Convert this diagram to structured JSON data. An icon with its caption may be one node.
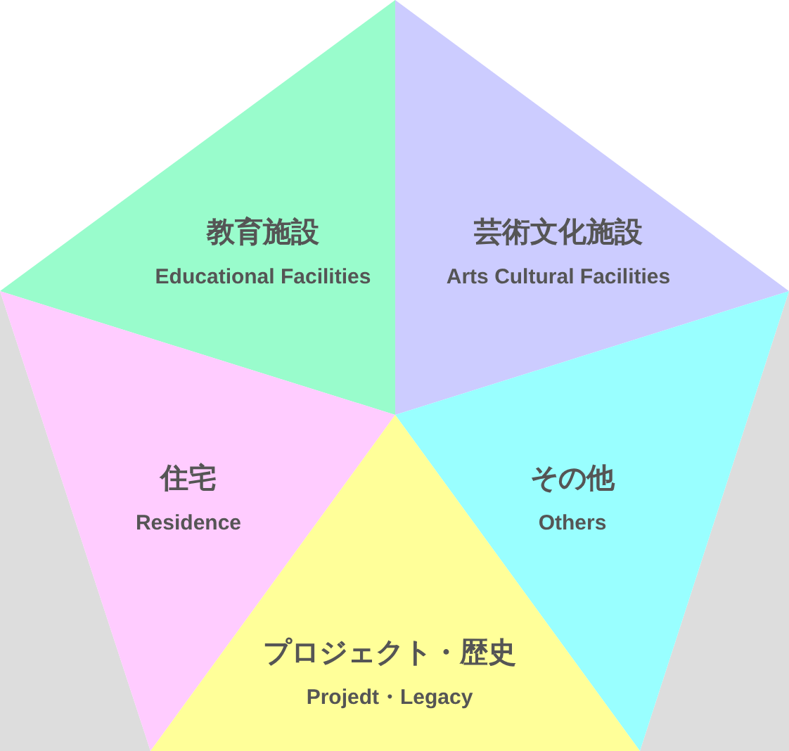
{
  "diagram": {
    "nodes": [
      {
        "text": [
          "教育施設",
          "Educational Facilities"
        ]
      },
      {
        "text": [
          "芸術文化施設",
          "Arts Cultural Facilities"
        ]
      },
      {
        "text": [
          "住宅",
          "Residence"
        ]
      },
      {
        "text": [
          "その他",
          "Others"
        ]
      },
      {
        "text": [
          "プロジェクト・歴史",
          "Projedt・Legacy"
        ]
      }
    ]
  }
}
